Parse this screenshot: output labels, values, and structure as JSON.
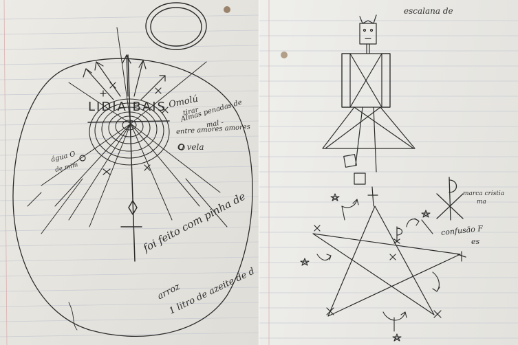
{
  "left_page": {
    "center_name": "LIDIA BAIS",
    "word_omolu": "Omolú",
    "souls_line1": "tirar",
    "souls_line2": "Almas penadas de",
    "souls_line3": "mal -",
    "between_loves": "entre amores amores",
    "candle": "O vela",
    "water": "água O",
    "water_line2": "de mim",
    "note_line1": "foi feito com pinha de",
    "note_line2": "arroz",
    "note_line3": "1 litro de azeite de d"
  },
  "right_page": {
    "top_note": "escalana de",
    "chi_rho_note_line1": "marca cristia",
    "chi_rho_note_line2": "ma",
    "confusion_note_line1": "confusão F",
    "confusion_note_line2": "es"
  },
  "colors": {
    "paper": "#e9e6e1",
    "ink": "#2b2b2b",
    "rule_line": "#c9cdd6",
    "margin_line": "#d9a8a8"
  }
}
